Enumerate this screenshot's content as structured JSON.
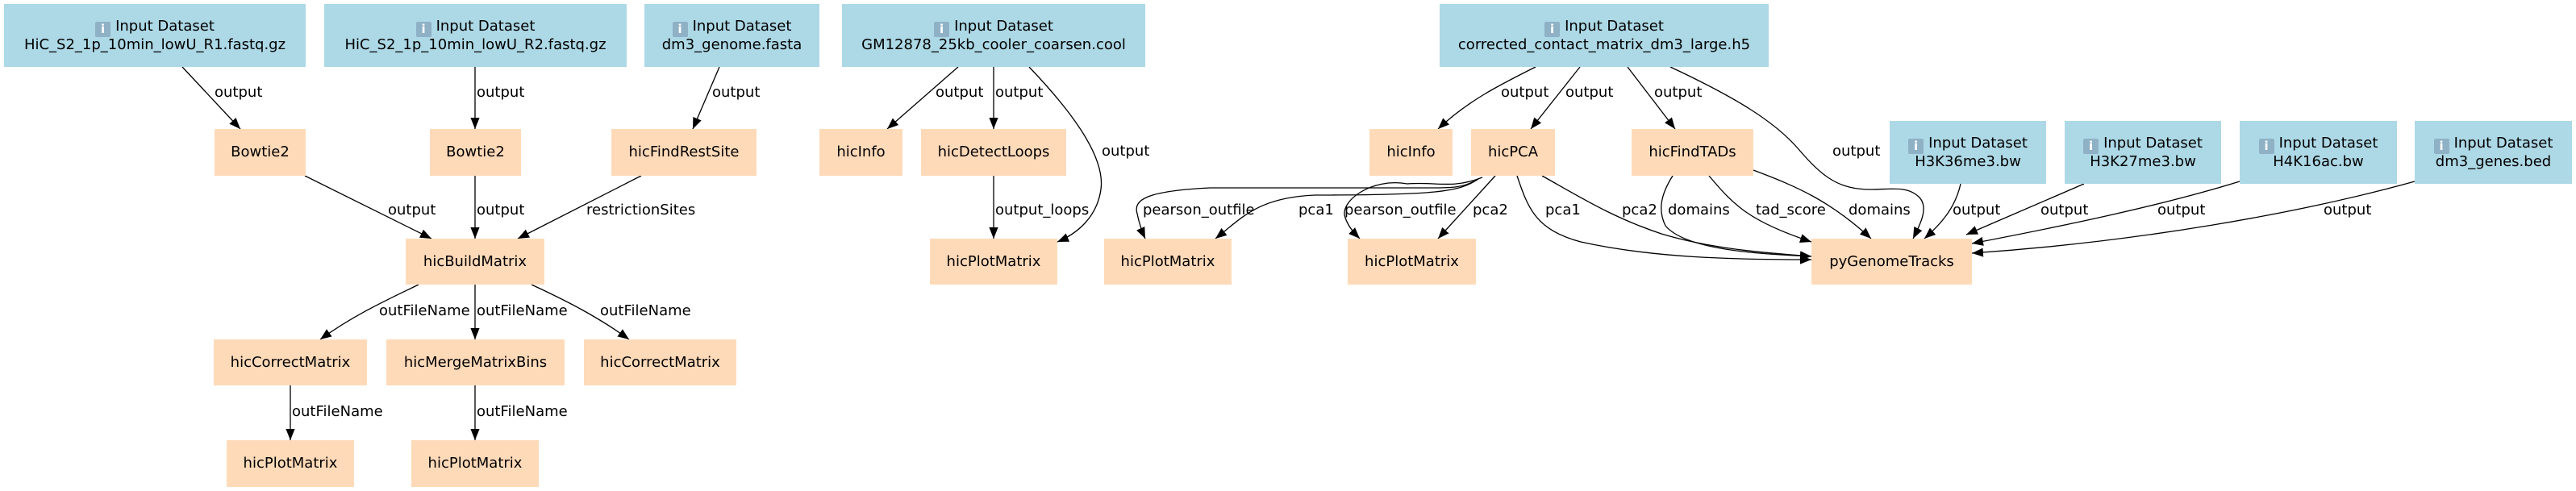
{
  "colors": {
    "input_node": "#add8e6",
    "tool_node": "#ffdab9",
    "edge": "#000000"
  },
  "input_title": "Input Dataset",
  "icon": "info-icon",
  "inputs": [
    "HiC_S2_1p_10min_lowU_R1.fastq.gz",
    "HiC_S2_1p_10min_lowU_R2.fastq.gz",
    "dm3_genome.fasta",
    "GM12878_25kb_cooler_coarsen.cool",
    "corrected_contact_matrix_dm3_large.h5",
    "H3K36me3.bw",
    "H3K27me3.bw",
    "H4K16ac.bw",
    "dm3_genes.bed"
  ],
  "tools": [
    "Bowtie2",
    "Bowtie2",
    "hicFindRestSite",
    "hicBuildMatrix",
    "hicCorrectMatrix",
    "hicMergeMatrixBins",
    "hicCorrectMatrix",
    "hicPlotMatrix",
    "hicPlotMatrix",
    "hicInfo",
    "hicDetectLoops",
    "hicPlotMatrix",
    "hicInfo",
    "hicPCA",
    "hicFindTADs",
    "hicPlotMatrix",
    "hicPlotMatrix",
    "pyGenomeTracks"
  ],
  "edges": [
    "output",
    "output",
    "output",
    "output",
    "output",
    "restrictionSites",
    "outFileName",
    "outFileName",
    "outFileName",
    "outFileName",
    "outFileName",
    "output",
    "output",
    "output",
    "output_loops",
    "output",
    "output",
    "output",
    "output",
    "pearson_outfile",
    "pca1",
    "pearson_outfile",
    "pca2",
    "pca1",
    "pca2",
    "domains",
    "tad_score",
    "domains",
    "output",
    "output",
    "output",
    "output"
  ]
}
